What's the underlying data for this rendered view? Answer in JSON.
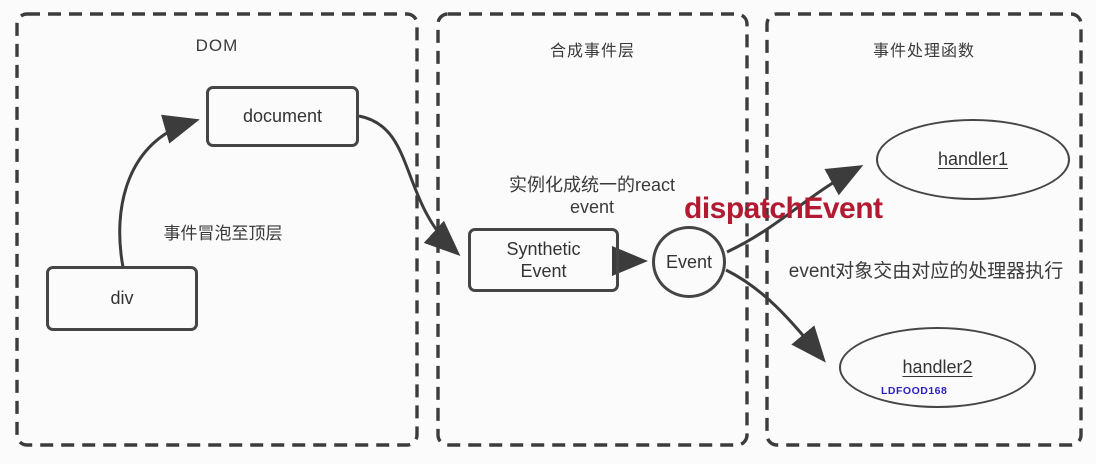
{
  "colors": {
    "line": "#3c3c3c",
    "text": "#3a3a3a",
    "accent_red": "#b11a31",
    "watermark_blue": "#2a1ec0"
  },
  "sections": {
    "dom": {
      "title": "DOM"
    },
    "synthetic_layer": {
      "title": "合成事件层"
    },
    "handlers": {
      "title": "事件处理函数"
    }
  },
  "nodes": {
    "div": {
      "label": "div"
    },
    "document": {
      "label": "document"
    },
    "synthetic_event": {
      "label": "Synthetic\nEvent"
    },
    "event": {
      "label": "Event"
    },
    "handler1": {
      "label": "handler1"
    },
    "handler2": {
      "label": "handler2"
    }
  },
  "annotations": {
    "bubble": "事件冒泡至顶层",
    "instantiate": "实例化成统一的react\nevent",
    "dispatch": "dispatchEvent",
    "handler_exec": "event对象交由对应的处理器执行",
    "watermark": "LDFOOD168"
  }
}
